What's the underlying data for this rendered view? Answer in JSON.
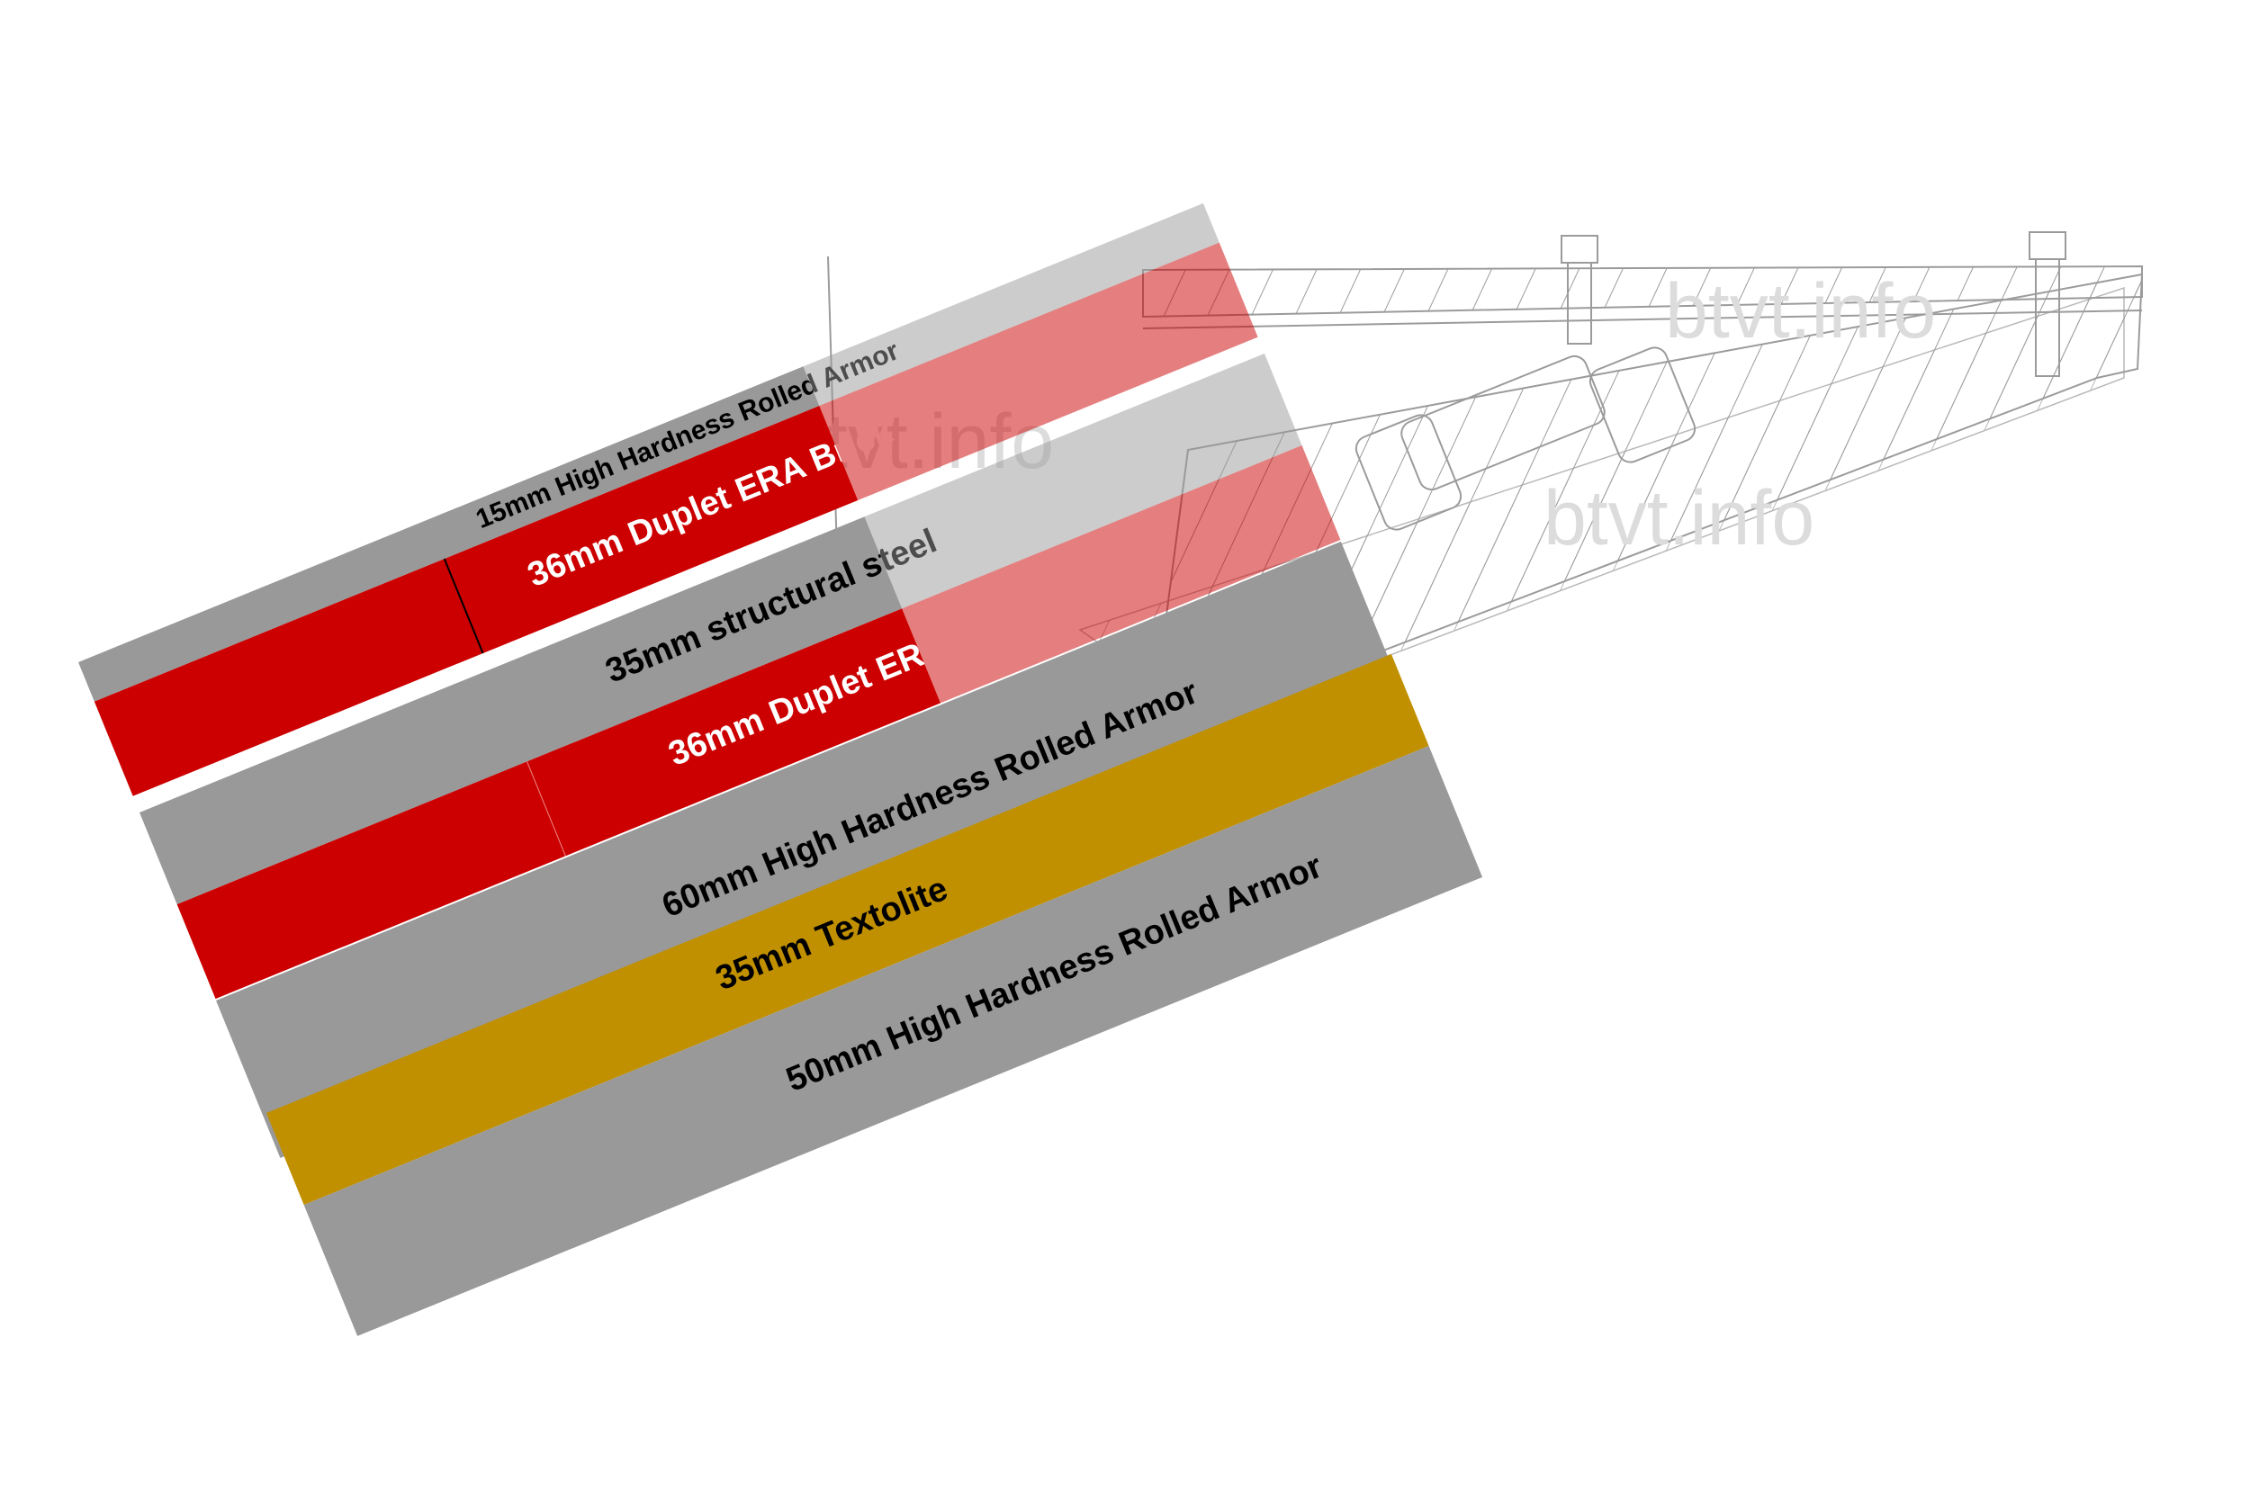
{
  "title": "Composite armor cross-section overlay",
  "watermark": "btvt.info",
  "colors": {
    "steel": "#999999",
    "era": "#cc0000",
    "textolite": "#c09000",
    "background": "#ffffff",
    "drawing_line": "#8a8a8a",
    "watermark": "#d6d6d6"
  },
  "layers": [
    {
      "id": "hhra-15",
      "thickness_mm": 15,
      "material": "High Hardness Rolled Armor",
      "label": "15mm High Hardness Rolled Armor",
      "color_key": "steel",
      "text_color": "#000000"
    },
    {
      "id": "era-36-a",
      "thickness_mm": 36,
      "material": "Duplet ERA Brick",
      "label": "36mm Duplet ERA Brick",
      "color_key": "era",
      "text_color": "#ffffff"
    },
    {
      "id": "structural-35",
      "thickness_mm": 35,
      "material": "structural steel",
      "label": "35mm structural steel",
      "color_key": "steel",
      "text_color": "#000000"
    },
    {
      "id": "era-36-b",
      "thickness_mm": 36,
      "material": "Duplet ERA Brick",
      "label": "36mm Duplet ERA Brick",
      "color_key": "era",
      "text_color": "#ffffff"
    },
    {
      "id": "hhra-60",
      "thickness_mm": 60,
      "material": "High Hardness Rolled Armor",
      "label": "60mm High Hardness Rolled Armor",
      "color_key": "steel",
      "text_color": "#000000"
    },
    {
      "id": "textolite-35",
      "thickness_mm": 35,
      "material": "Textolite",
      "label": "35mm Textolite",
      "color_key": "textolite",
      "text_color": "#000000"
    },
    {
      "id": "hhra-50",
      "thickness_mm": 50,
      "material": "High Hardness Rolled Armor",
      "label": "50mm High Hardness Rolled Armor",
      "color_key": "steel",
      "text_color": "#000000"
    }
  ]
}
